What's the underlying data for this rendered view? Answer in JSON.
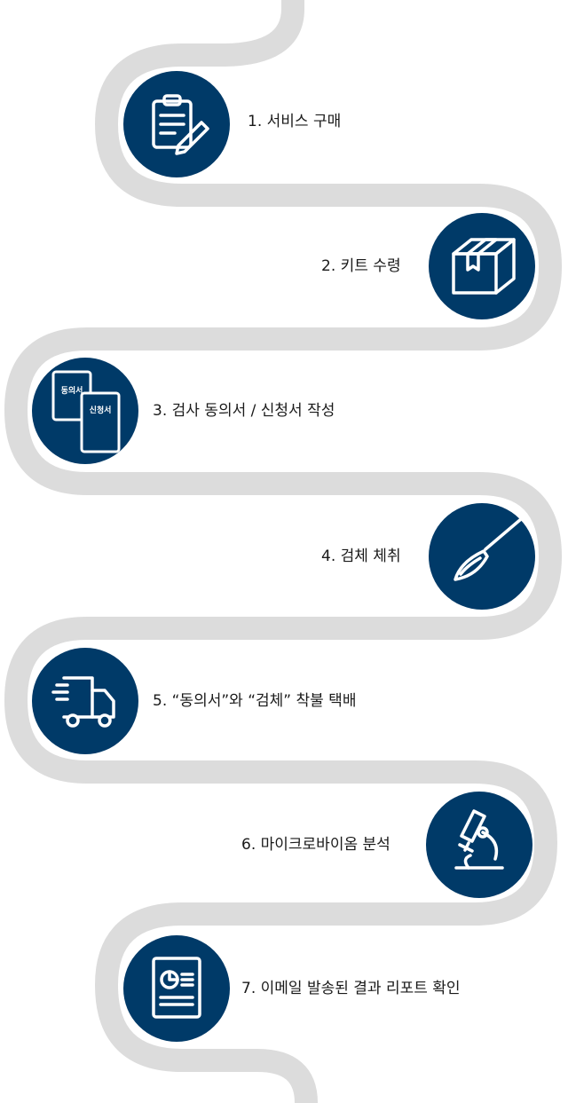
{
  "colors": {
    "accent": "#003a68",
    "path": "#dcdcdc",
    "icon": "#ffffff"
  },
  "steps": [
    {
      "label": "1. 서비스 구매",
      "icon": "clipboard-pencil-icon"
    },
    {
      "label": "2. 키트 수령",
      "icon": "package-box-icon"
    },
    {
      "label": "3. 검사 동의서 / 신청서 작성",
      "icon": "consent-forms-icon",
      "doc_front": "동의서",
      "doc_back": "신청서"
    },
    {
      "label": "4. 검체 체취",
      "icon": "swab-icon"
    },
    {
      "label": "5. “동의서”와 “검체” 착불 택배",
      "icon": "delivery-truck-icon"
    },
    {
      "label": "6. 마이크로바이옴 분석",
      "icon": "microscope-icon"
    },
    {
      "label": "7. 이메일 발송된 결과 리포트 확인",
      "icon": "report-icon"
    }
  ]
}
